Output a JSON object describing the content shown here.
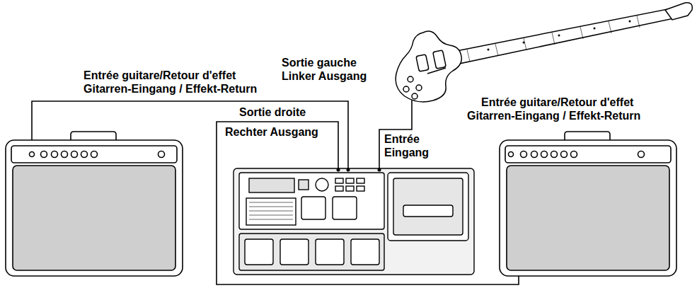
{
  "diagram": {
    "labels": [
      "Entrée guitare/Retour d'effet",
      "Gitarren-Eingang / Effekt-Return",
      "Sortie gauche",
      "Linker Ausgang",
      "Sortie droite",
      "Rechter Ausgang",
      "Entrée",
      "Eingang",
      "Entrée guitare/Retour d'effet",
      "Gitarren-Eingang / Effekt-Return"
    ]
  }
}
